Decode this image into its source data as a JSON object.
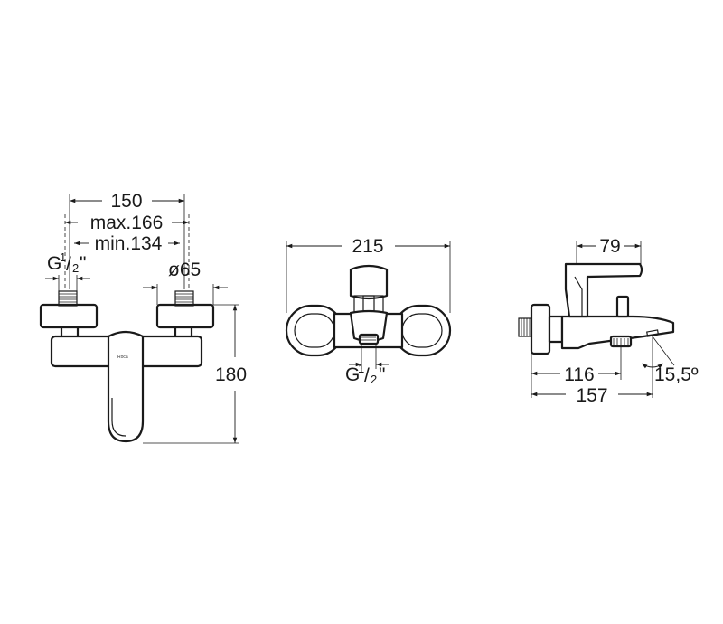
{
  "front_view": {
    "dim_width": "150",
    "dim_max": "max.166",
    "dim_min": "min.134",
    "thread": {
      "prefix": "G",
      "num": "1",
      "den": "2",
      "suffix": "\""
    },
    "dim_diameter": "ø65",
    "dim_height": "180",
    "logo_text": "Roca"
  },
  "top_view": {
    "dim_width": "215",
    "thread": {
      "prefix": "G",
      "num": "1",
      "den": "2",
      "suffix": "\""
    }
  },
  "side_view": {
    "dim_handle": "79",
    "dim_spout": "116",
    "dim_total": "157",
    "dim_angle": "15,5º"
  }
}
